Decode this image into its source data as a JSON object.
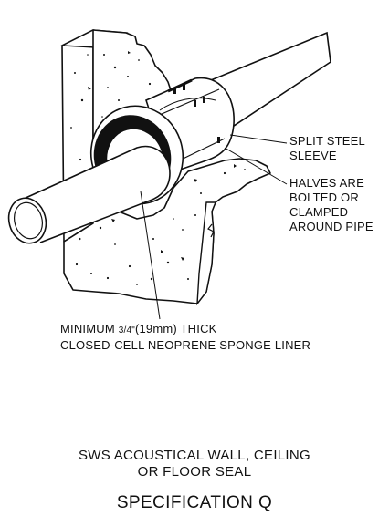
{
  "callouts": {
    "sleeve": [
      "SPLIT STEEL",
      "SLEEVE"
    ],
    "halves": [
      "HALVES ARE",
      "BOLTED OR",
      "CLAMPED",
      "AROUND PIPE"
    ],
    "liner": {
      "line1_prefix": "MINIMUM ",
      "line1_fraction": "3/4\"",
      "line1_suffix": "(19mm) THICK",
      "line2": "CLOSED-CELL NEOPRENE SPONGE LINER"
    }
  },
  "caption": {
    "line1": "SWS ACOUSTICAL WALL, CEILING",
    "line2": "OR FLOOR SEAL",
    "spec": "SPECIFICATION Q"
  },
  "colors": {
    "ink": "#111111",
    "paper": "#ffffff"
  }
}
